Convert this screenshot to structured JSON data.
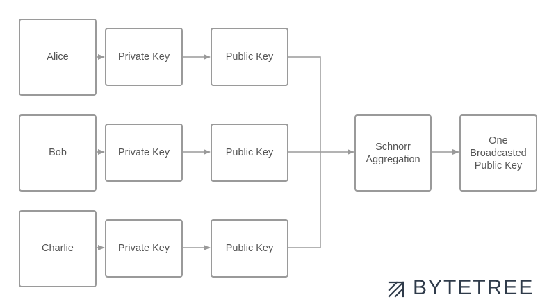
{
  "rows": [
    {
      "person": "Alice",
      "private_key": "Private Key",
      "public_key": "Public Key"
    },
    {
      "person": "Bob",
      "private_key": "Private Key",
      "public_key": "Public Key"
    },
    {
      "person": "Charlie",
      "private_key": "Private Key",
      "public_key": "Public Key"
    }
  ],
  "aggregation": {
    "line1": "Schnorr",
    "line2": "Aggregation"
  },
  "output": {
    "line1": "One",
    "line2": "Broadcasted",
    "line3": "Public Key"
  },
  "brand": {
    "name": "BYTETREE",
    "icon": "bytetree-logo-icon"
  },
  "colors": {
    "box_border": "#9a9a9a",
    "line": "#9a9a9a",
    "text": "#555555",
    "brand": "#2f3b4a"
  }
}
